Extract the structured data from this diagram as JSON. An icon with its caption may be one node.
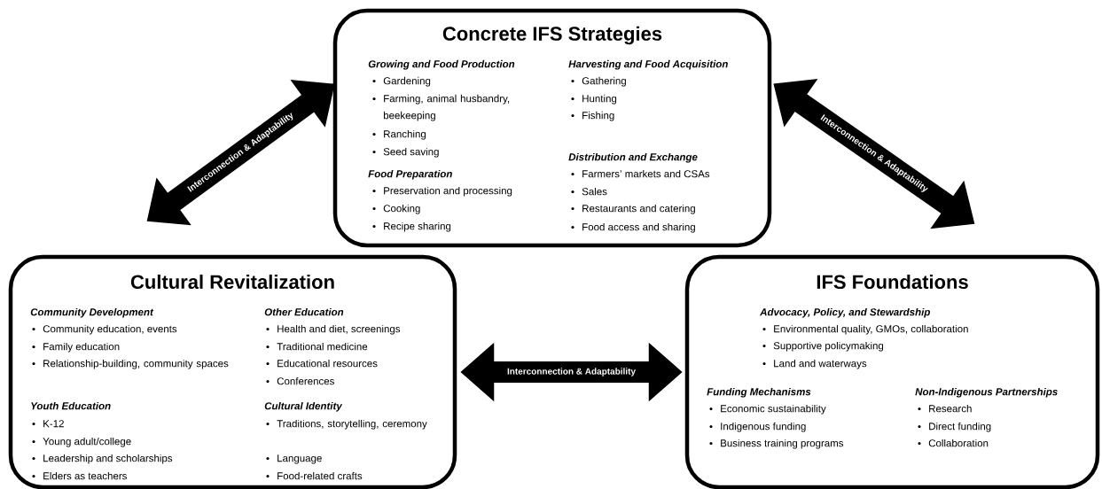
{
  "diagram": {
    "nodes": [
      {
        "text": [
          "Concrete IFS Strategies",
          "Growing and Food Production",
          "Gardening",
          "Farming, animal husbandry, beekeeping",
          "Ranching",
          "Seed saving",
          "Food Preparation",
          "Preservation and processing",
          "Cooking",
          "Recipe sharing",
          "Harvesting and Food Acquisition",
          "Gathering",
          "Hunting",
          "Fishing",
          "Distribution and Exchange",
          "Farmers’ markets and CSAs",
          "Sales",
          "Restaurants and catering",
          "Food access and sharing"
        ]
      },
      {
        "text": [
          "Cultural Revitalization",
          "Community Development",
          "Community education, events",
          "Family education",
          "Relationship-building, community spaces",
          "Youth Education",
          "K-12",
          "Young adult/college",
          "Leadership and scholarships",
          "Elders as teachers",
          "Other Education",
          "Health and diet, screenings",
          "Traditional medicine",
          "Educational resources",
          "Conferences",
          "Cultural Identity",
          "Traditions, storytelling, ceremony",
          "Language",
          "Food-related crafts"
        ]
      },
      {
        "text": [
          "IFS Foundations",
          "Advocacy, Policy, and Stewardship",
          "Environmental quality, GMOs, collaboration",
          "Supportive policymaking",
          "Land and waterways",
          "Funding Mechanisms",
          "Economic sustainability",
          "Indigenous funding",
          "Business training programs",
          "Non-Indigenous Partnerships",
          "Research",
          "Direct funding",
          "Collaboration"
        ]
      }
    ],
    "edges": [
      {
        "from": 1,
        "to": 0,
        "arrow": "both",
        "label": "Interconnection & Adaptability"
      },
      {
        "from": 0,
        "to": 2,
        "arrow": "both",
        "label": "Interconnection & Adaptability"
      },
      {
        "from": 1,
        "to": 2,
        "arrow": "both",
        "label": "Interconnection & Adaptability"
      }
    ]
  }
}
